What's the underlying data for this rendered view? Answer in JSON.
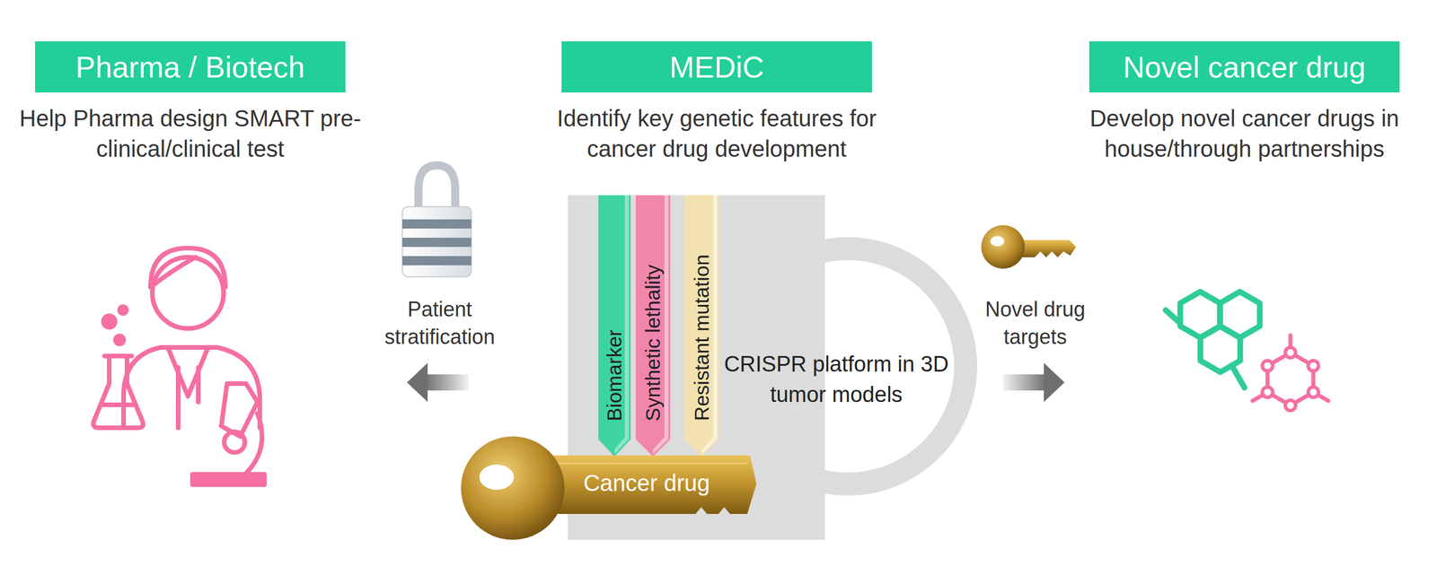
{
  "diagram": {
    "nodes": [
      {
        "text": [
          "Pharma / Biotech",
          "Help Pharma design SMART pre-clinical/clinical test"
        ]
      },
      {
        "text": [
          "MEDiC",
          "Identify key genetic features for cancer drug development"
        ]
      },
      {
        "text": [
          "Novel cancer drug",
          "Develop novel cancer drugs in house/through partnerships"
        ]
      },
      {
        "text": [
          "CRISPR platform in 3D tumor models"
        ]
      },
      {
        "text": [
          "Biomarker"
        ],
        "in": 3
      },
      {
        "text": [
          "Synthetic lethality"
        ],
        "in": 3
      },
      {
        "text": [
          "Resistant mutation"
        ],
        "in": 3
      },
      {
        "text": [
          "Cancer drug"
        ]
      }
    ],
    "labels": [
      "Patient stratification",
      "Novel drug targets"
    ]
  }
}
